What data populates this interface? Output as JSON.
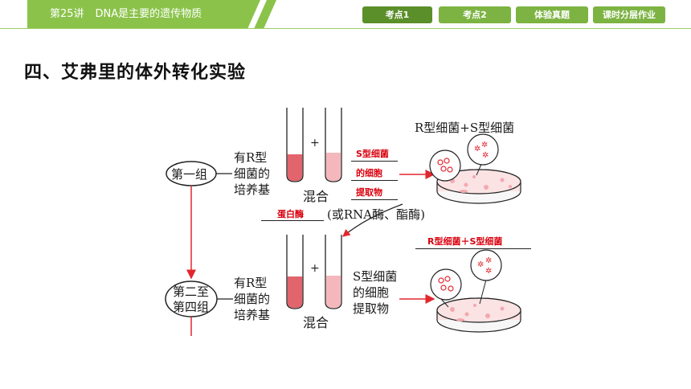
{
  "header": {
    "lesson_number": "第25讲",
    "lesson_title": "DNA是主要的遗传物质",
    "tabs": [
      {
        "label": "考点1",
        "active": true
      },
      {
        "label": "考点2",
        "active": false
      },
      {
        "label": "体验真题",
        "active": false
      },
      {
        "label": "课时分层作业",
        "active": false
      }
    ]
  },
  "section_heading": "四、艾弗里的体外转化实验",
  "diagram": {
    "group1": {
      "label": "第一组",
      "culture_lines": [
        "有R型",
        "细菌的",
        "培养基"
      ],
      "plus": "+",
      "mix_label": "混合",
      "extract_blanks": [
        "S型细菌",
        "的细胞",
        "提取物"
      ],
      "result": "R型细菌+S型细菌"
    },
    "enzyme_blank": "蛋白酶",
    "enzyme_rest": "(或RNA酶、酯酶)",
    "group2": {
      "label_lines": [
        "第二至",
        "第四组"
      ],
      "culture_lines": [
        "有R型",
        "细菌的",
        "培养基"
      ],
      "plus": "+",
      "mix_label": "混合",
      "extract_lines": [
        "S型细菌",
        "的细胞",
        "提取物"
      ],
      "result_blank": "R型细菌＋S型细菌"
    }
  },
  "colors": {
    "header_green": "#8bc34a",
    "tab_green": "#7cb342",
    "tab_active": "#5b8f2a",
    "answer_red": "#d9000d",
    "tube_fill": "#e2646c",
    "tube_fill_light": "#f4b8bc",
    "dish_pink": "#f7c9cc"
  }
}
